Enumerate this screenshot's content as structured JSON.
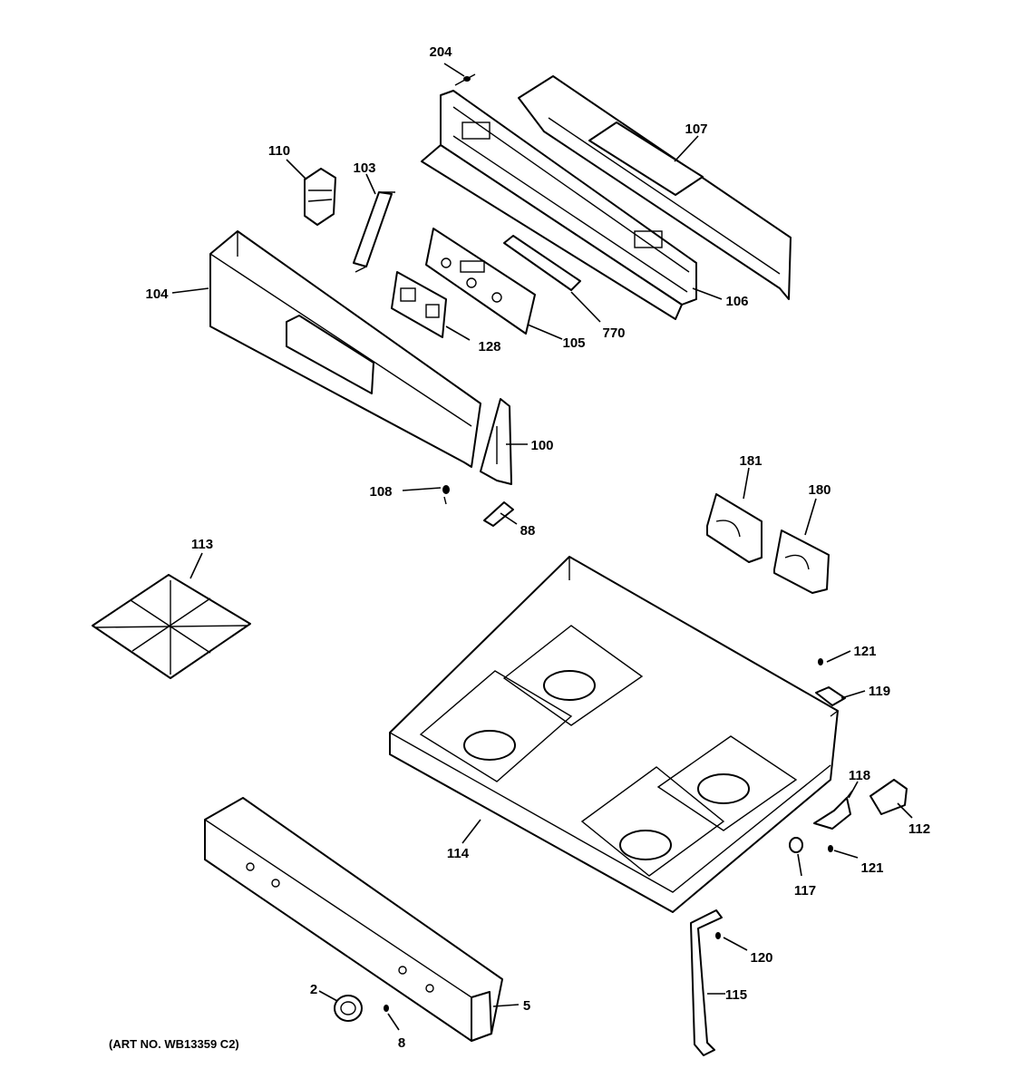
{
  "art_number": "(ART NO. WB13359 C2)",
  "callouts": {
    "p204": "204",
    "p107": "107",
    "p110": "110",
    "p103": "103",
    "p104": "104",
    "p106": "106",
    "p770": "770",
    "p128": "128",
    "p105": "105",
    "p100": "100",
    "p108": "108",
    "p88": "88",
    "p181": "181",
    "p180": "180",
    "p113": "113",
    "p121a": "121",
    "p119": "119",
    "p118": "118",
    "p112": "112",
    "p114": "114",
    "p117": "117",
    "p121b": "121",
    "p120": "120",
    "p115": "115",
    "p2": "2",
    "p5": "5",
    "p8": "8"
  }
}
